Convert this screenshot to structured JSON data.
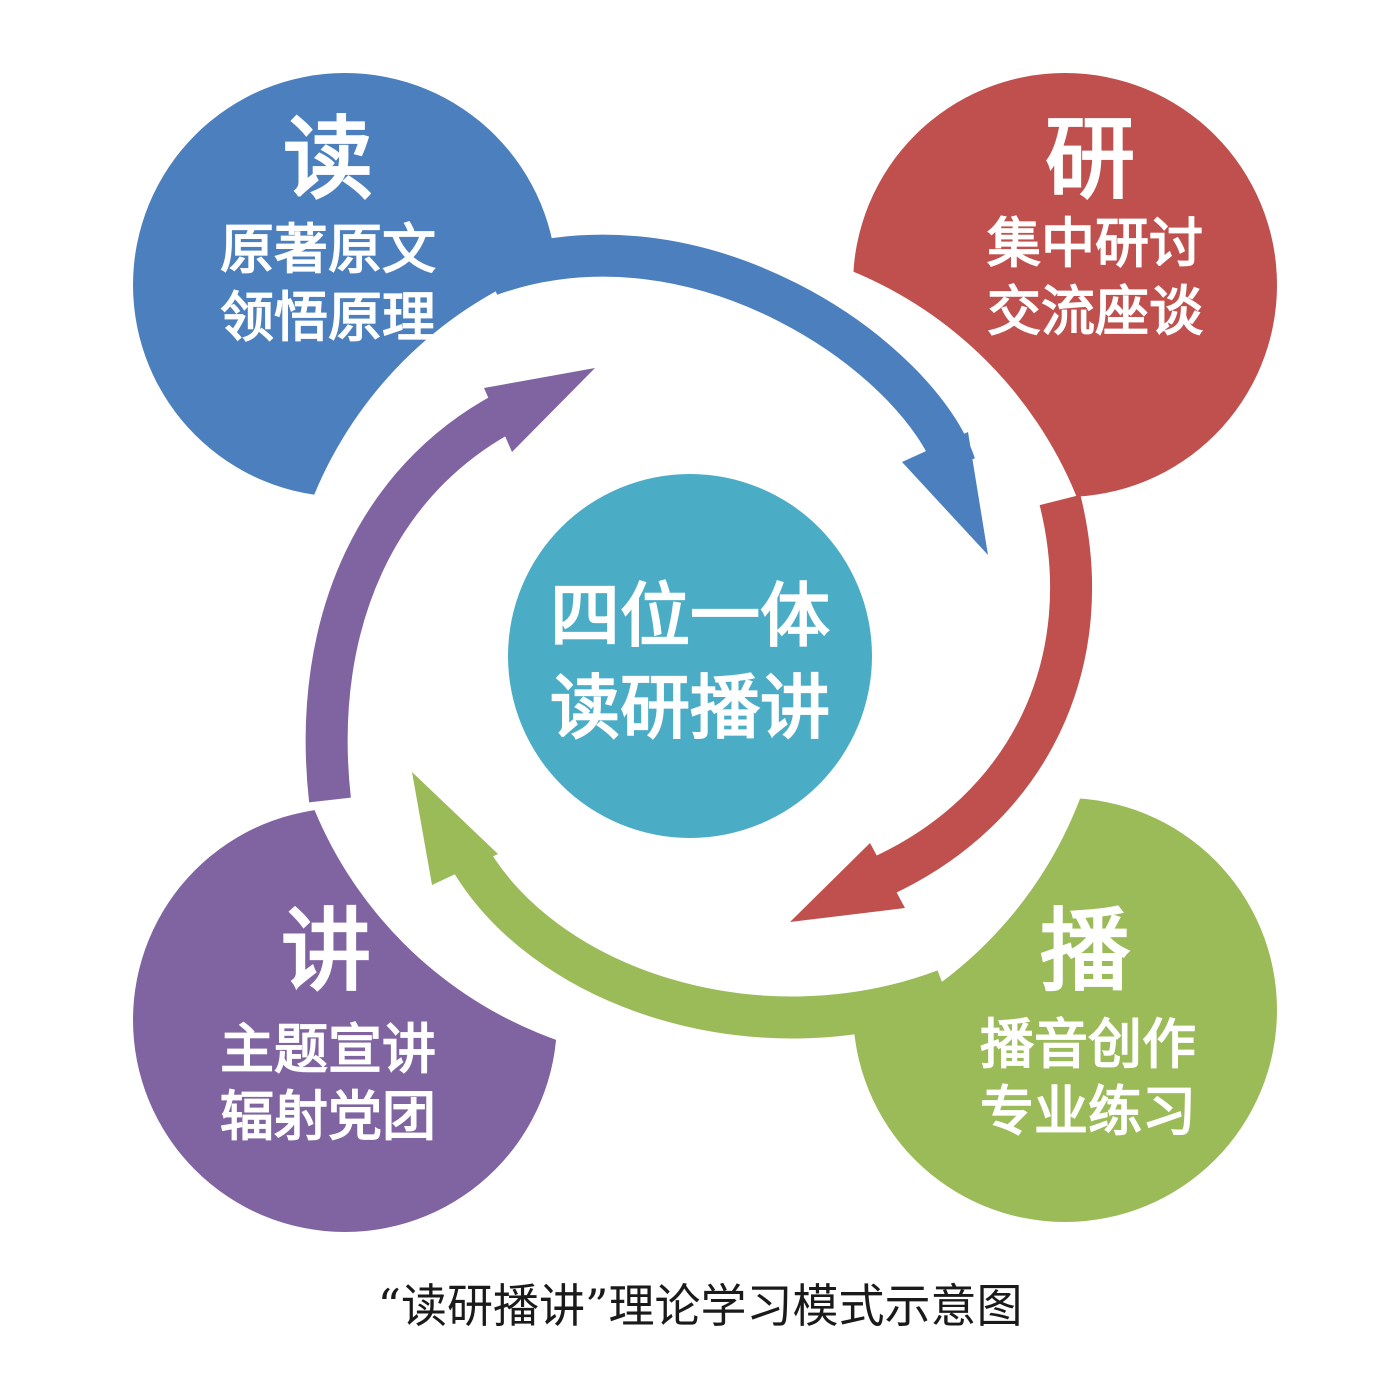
{
  "colors": {
    "read": "#4c7fbd",
    "research": "#c0504d",
    "broadcast": "#9bbb59",
    "lecture": "#8064a2",
    "center": "#4bacc6",
    "text": "#ffffff",
    "caption": "#1a1a1a"
  },
  "center": {
    "line1": "四位一体",
    "line2": "读研播讲"
  },
  "nodes": {
    "read": {
      "title": "读",
      "line1": "原著原文",
      "line2": "领悟原理"
    },
    "research": {
      "title": "研",
      "line1": "集中研讨",
      "line2": "交流座谈"
    },
    "broadcast": {
      "title": "播",
      "line1": "播音创作",
      "line2": "专业练习"
    },
    "lecture": {
      "title": "讲",
      "line1": "主题宣讲",
      "line2": "辐射党团"
    }
  },
  "caption": "“读研播讲”理论学习模式示意图"
}
